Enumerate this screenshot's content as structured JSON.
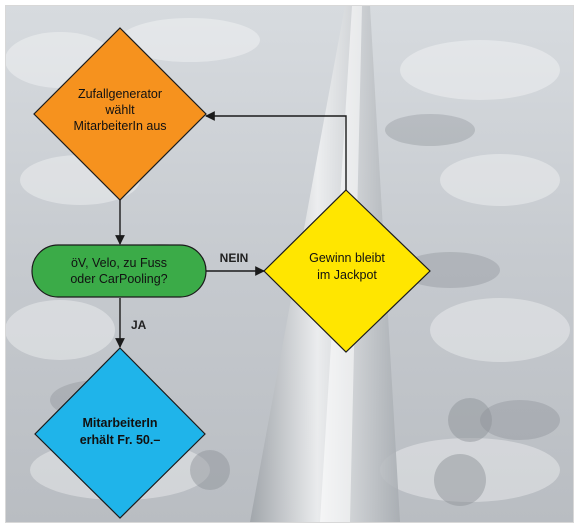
{
  "colors": {
    "orange": "#f6921e",
    "green": "#3bab48",
    "yellow": "#ffe600",
    "blue": "#1fb4ea",
    "line": "#1b1b1b",
    "border": "#d8d8d8"
  },
  "nodes": {
    "random_generator": {
      "line1": "Zufallgenerator",
      "line2": "wählt",
      "line3": "MitarbeiterIn aus"
    },
    "commute_check": {
      "line1": "öV, Velo, zu Fuss",
      "line2": "oder CarPooling?"
    },
    "jackpot": {
      "line1": "Gewinn bleibt",
      "line2": "im Jackpot"
    },
    "reward": {
      "line1": "MitarbeiterIn",
      "line2": "erhält Fr. 50.–"
    }
  },
  "edges": {
    "no": "NEIN",
    "yes": "JA"
  },
  "background": {
    "icon": "railway-track-photo"
  }
}
